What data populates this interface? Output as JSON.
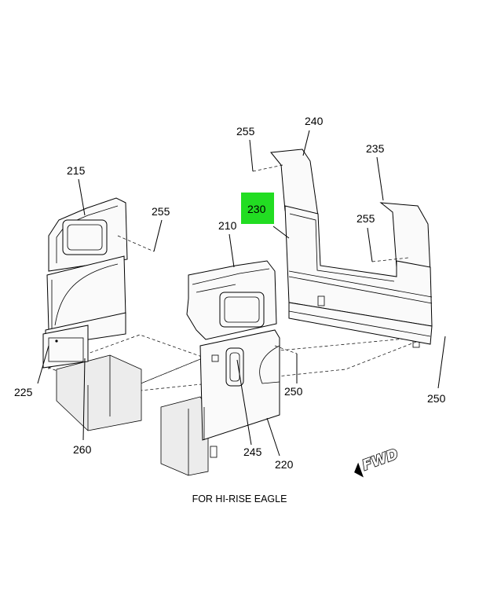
{
  "callouts": {
    "c210": "210",
    "c215": "215",
    "c220": "220",
    "c225": "225",
    "c230": "230",
    "c235": "235",
    "c240": "240",
    "c245": "245",
    "c250_center": "250",
    "c250_right": "250",
    "c255_left": "255",
    "c255_top": "255",
    "c255_right": "255",
    "c260": "260"
  },
  "highlight": {
    "callout": "230",
    "color": "#22dd22"
  },
  "fwd_label": "FWD",
  "caption": "FOR HI-RISE EAGLE"
}
